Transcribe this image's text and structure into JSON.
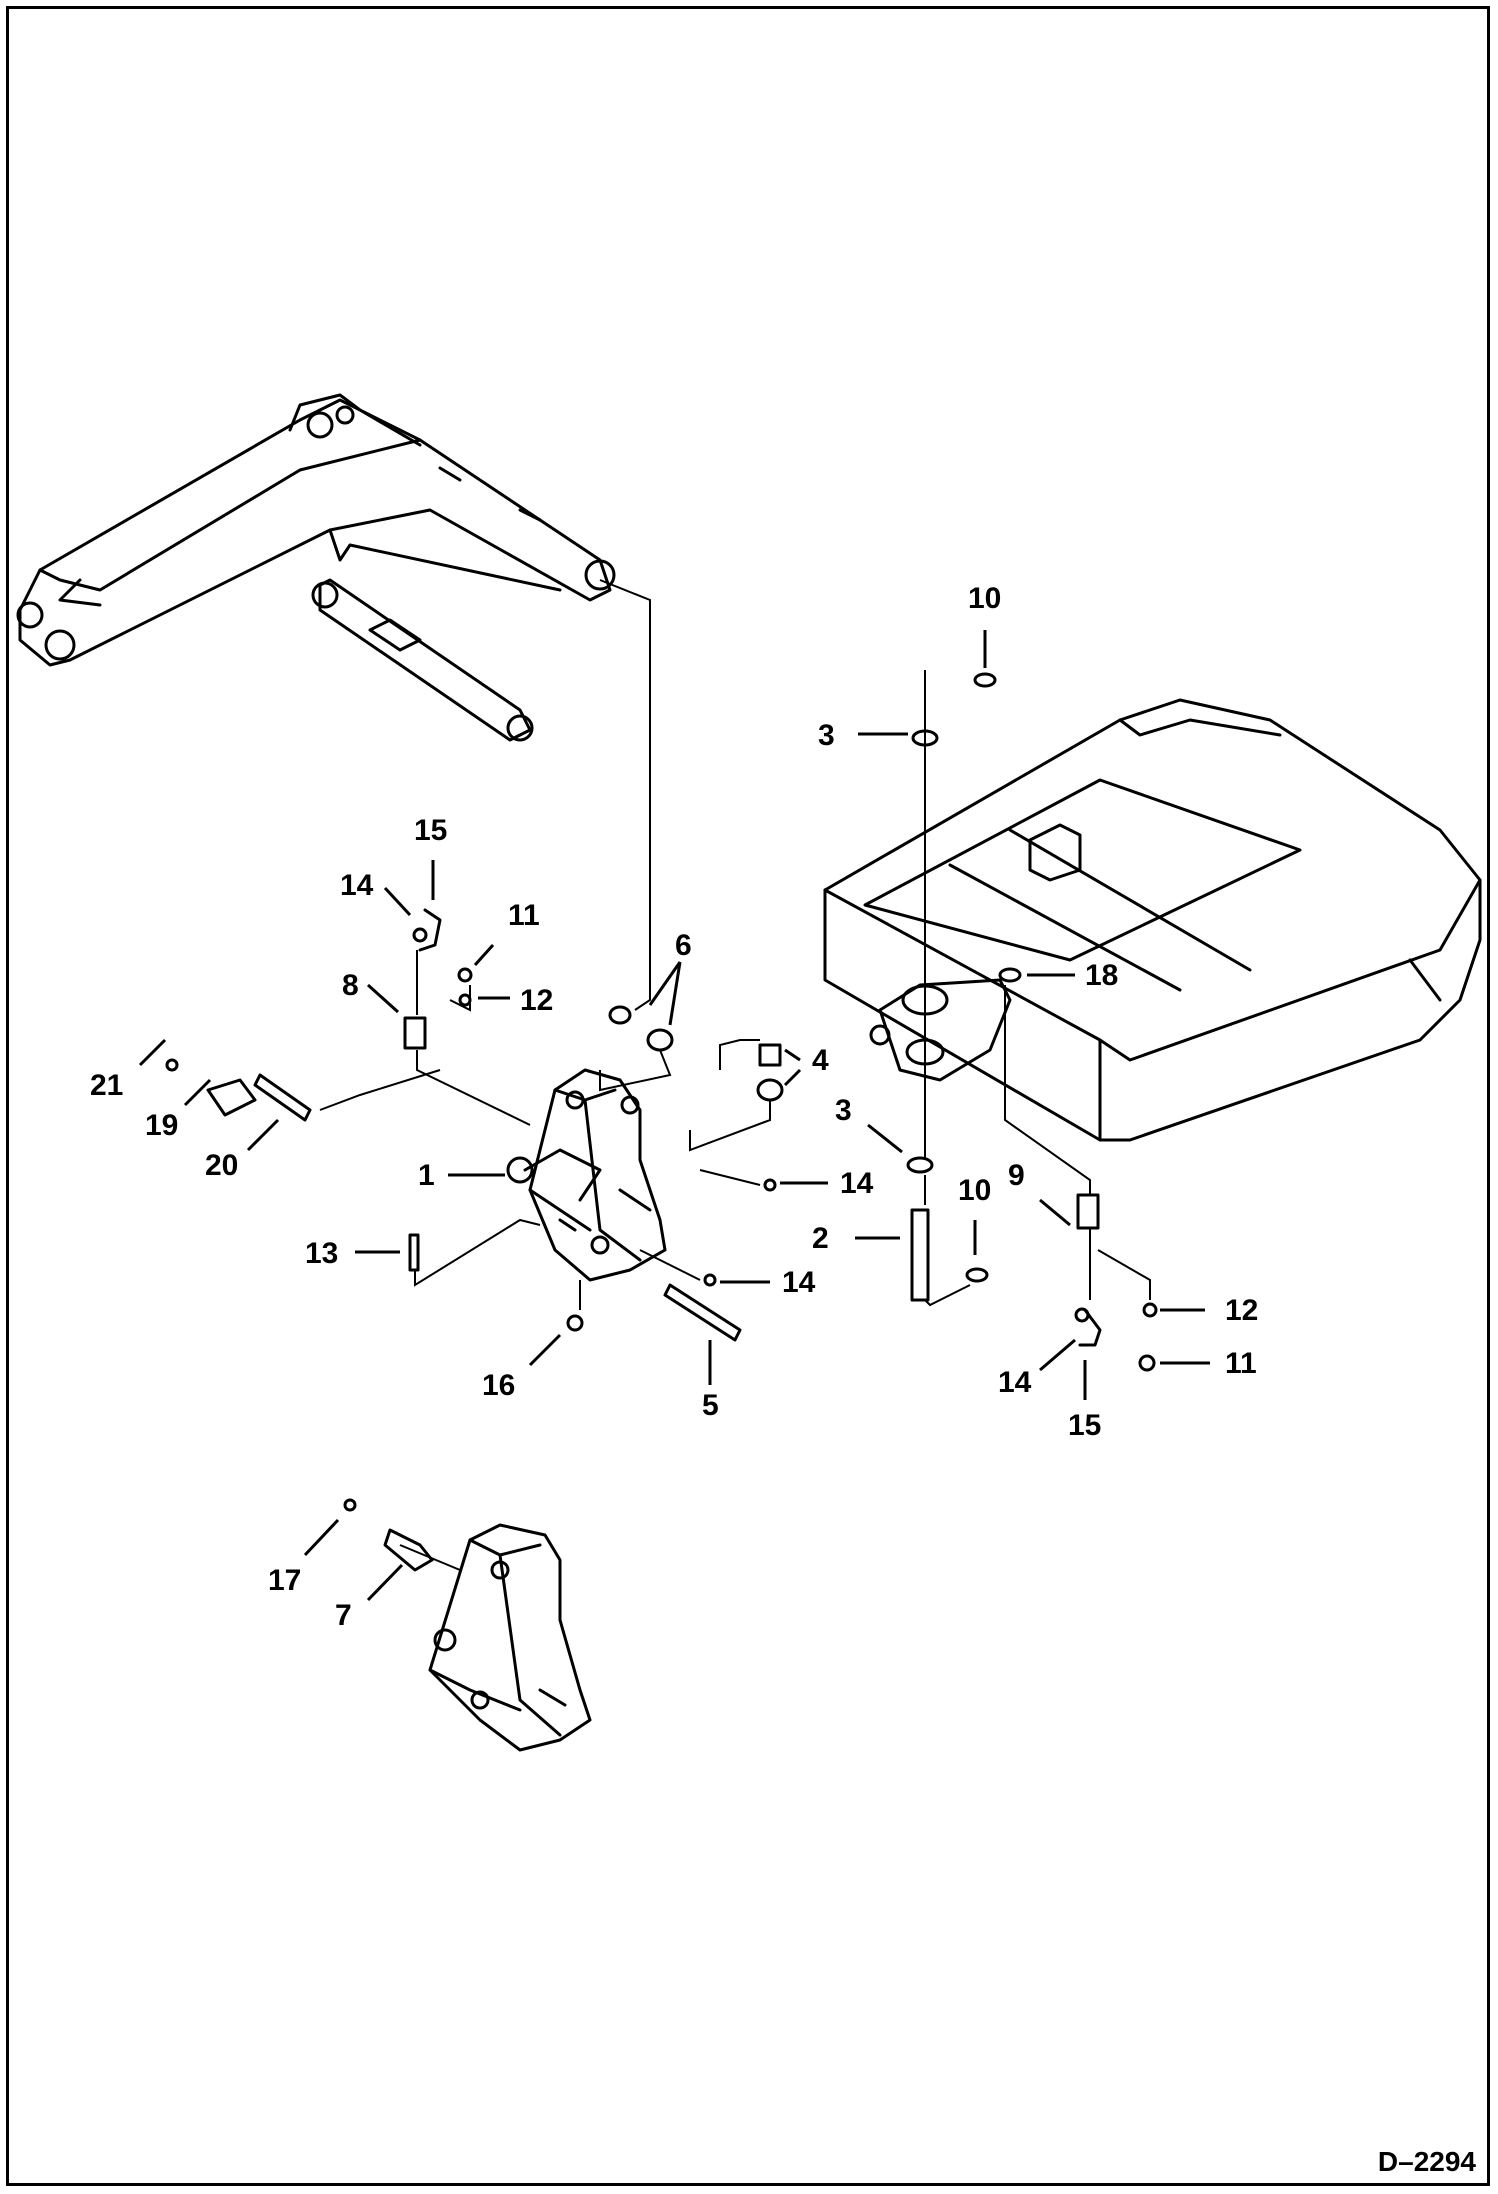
{
  "drawing_code": "D–2294",
  "callouts": [
    {
      "id": "c10a",
      "label": "10"
    },
    {
      "id": "c3a",
      "label": "3"
    },
    {
      "id": "c15a",
      "label": "15"
    },
    {
      "id": "c14a",
      "label": "14"
    },
    {
      "id": "c11a",
      "label": "11"
    },
    {
      "id": "c6",
      "label": "6"
    },
    {
      "id": "c8",
      "label": "8"
    },
    {
      "id": "c12a",
      "label": "12"
    },
    {
      "id": "c18",
      "label": "18"
    },
    {
      "id": "c4",
      "label": "4"
    },
    {
      "id": "c21",
      "label": "21"
    },
    {
      "id": "c19",
      "label": "19"
    },
    {
      "id": "c20",
      "label": "20"
    },
    {
      "id": "c3b",
      "label": "3"
    },
    {
      "id": "c1",
      "label": "1"
    },
    {
      "id": "c14b",
      "label": "14"
    },
    {
      "id": "c10b",
      "label": "10"
    },
    {
      "id": "c9",
      "label": "9"
    },
    {
      "id": "c2",
      "label": "2"
    },
    {
      "id": "c13",
      "label": "13"
    },
    {
      "id": "c14c",
      "label": "14"
    },
    {
      "id": "c12b",
      "label": "12"
    },
    {
      "id": "c16",
      "label": "16"
    },
    {
      "id": "c5",
      "label": "5"
    },
    {
      "id": "c11b",
      "label": "11"
    },
    {
      "id": "c14d",
      "label": "14"
    },
    {
      "id": "c15b",
      "label": "15"
    },
    {
      "id": "c17",
      "label": "17"
    },
    {
      "id": "c7",
      "label": "7"
    }
  ]
}
